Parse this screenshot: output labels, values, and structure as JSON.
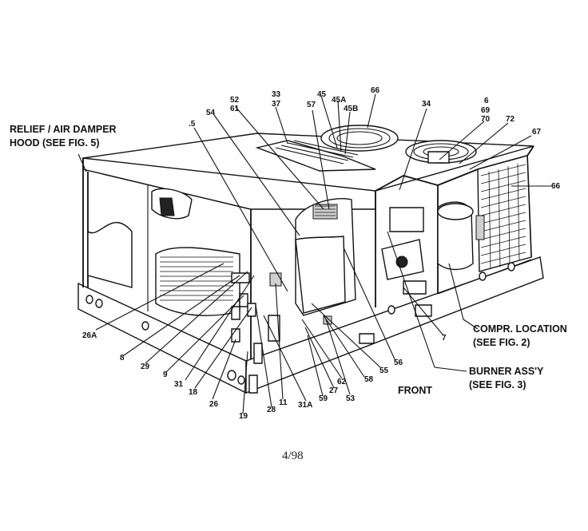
{
  "labels": {
    "relief": [
      "RELIEF / AIR DAMPER",
      "HOOD (SEE FIG. 5)"
    ],
    "compr": [
      "COMPR. LOCATION",
      "(SEE FIG. 2)"
    ],
    "burner": [
      "BURNER ASS'Y",
      "(SEE FIG. 3)"
    ],
    "front": "FRONT",
    "parts": {
      "p5": ".5",
      "p54": "54",
      "p52": "52",
      "p61": "61",
      "p33": "33",
      "p37": "37",
      "p57": "57",
      "p45": "45",
      "p45a": "45A",
      "p45b": "45B",
      "p66top": "66",
      "p34": "34",
      "p6": "6",
      "p69": "69",
      "p70": "70",
      "p72": "72",
      "p67": "67",
      "p66right": "66",
      "p26a": "26A",
      "p8": "8",
      "p29": "29",
      "p9": "9",
      "p31": "31",
      "p18": "18",
      "p26": "26",
      "p19": "19",
      "p28": "28",
      "p11": "11",
      "p31a": "31A",
      "p59": "59",
      "p27": "27",
      "p62": "62",
      "p53": "53",
      "p58": "58",
      "p55": "55",
      "p56": "56",
      "p7": "7"
    }
  },
  "footer": "4/98"
}
